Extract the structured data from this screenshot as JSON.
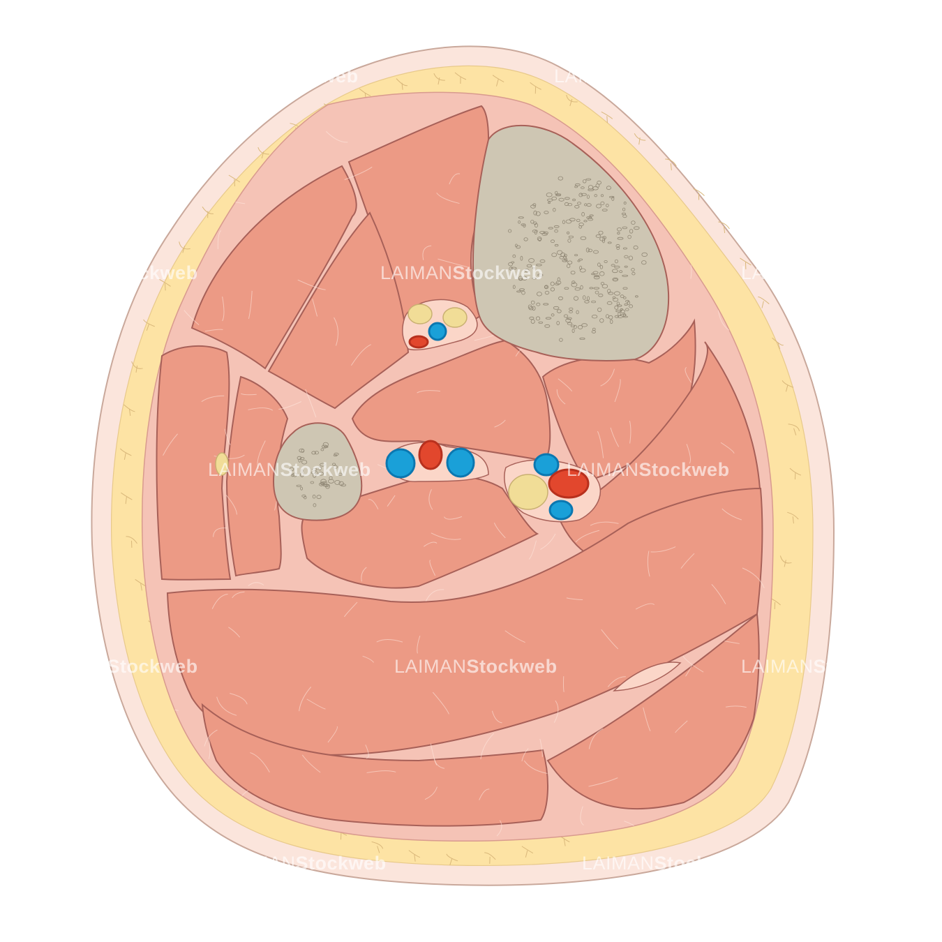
{
  "watermark": {
    "part1": "LAIMAN",
    "part2": "Stockweb"
  },
  "colors": {
    "skin": "#fbe5dc",
    "skin_stroke": "#c9a89b",
    "fat": "#fde3a4",
    "fascia": "#f5c3b6",
    "muscle": "#ec9a85",
    "muscle_stroke": "#a76058",
    "septum": "#fbd6c8",
    "bone": "#cec6b3",
    "vein": "#1aa0d8",
    "vein_dark": "#0b77b0",
    "artery": "#e2472d",
    "artery_dark": "#b8301d",
    "nerve": "#f1dd97",
    "nerve_stroke": "#c9b071"
  },
  "icons": [
    "bone-marrow-texture",
    "fat-lobule-lines",
    "muscle-fiber-lines"
  ]
}
